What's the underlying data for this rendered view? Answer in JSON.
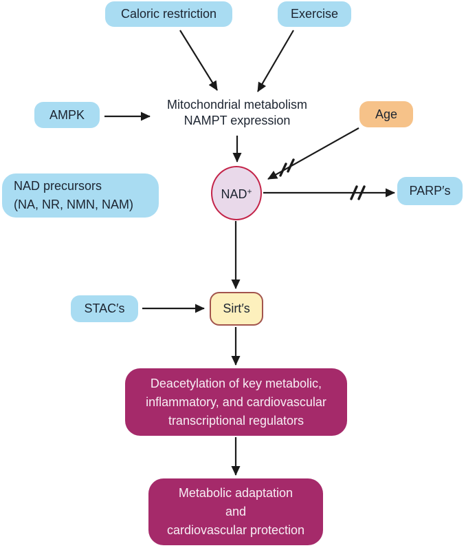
{
  "diagram": {
    "nodes": {
      "caloric_restriction": {
        "label": "Caloric restriction"
      },
      "exercise": {
        "label": "Exercise"
      },
      "ampk": {
        "label": "AMPK"
      },
      "metabolism": {
        "line1": "Mitochondrial metabolism",
        "line2": "NAMPT expression"
      },
      "age": {
        "label": "Age"
      },
      "nad_precursors": {
        "line1": "NAD precursors",
        "line2": "(NA, NR, NMN, NAM)"
      },
      "nad": {
        "label": "NAD",
        "sup": "+"
      },
      "parps": {
        "label": "PARP′s"
      },
      "stacs": {
        "label": "STAC′s"
      },
      "sirts": {
        "label": "Sirt′s"
      },
      "deacetylation": {
        "line1": "Deacetylation of key metabolic,",
        "line2": "inflammatory, and cardiovascular",
        "line3": "transcriptional regulators"
      },
      "outcome": {
        "line1": "Metabolic adaptation",
        "line2": "and",
        "line3": "cardiovascular protection"
      }
    },
    "colors": {
      "light_blue_box": "#a9dcf2",
      "orange_box": "#f6c289",
      "nad_fill": "#e9d9ea",
      "nad_border": "#c32348",
      "sirt_fill": "#fdf0bd",
      "sirt_border": "#a2544d",
      "magenta_box": "#a52a6a",
      "arrow": "#1a1a1a"
    }
  }
}
